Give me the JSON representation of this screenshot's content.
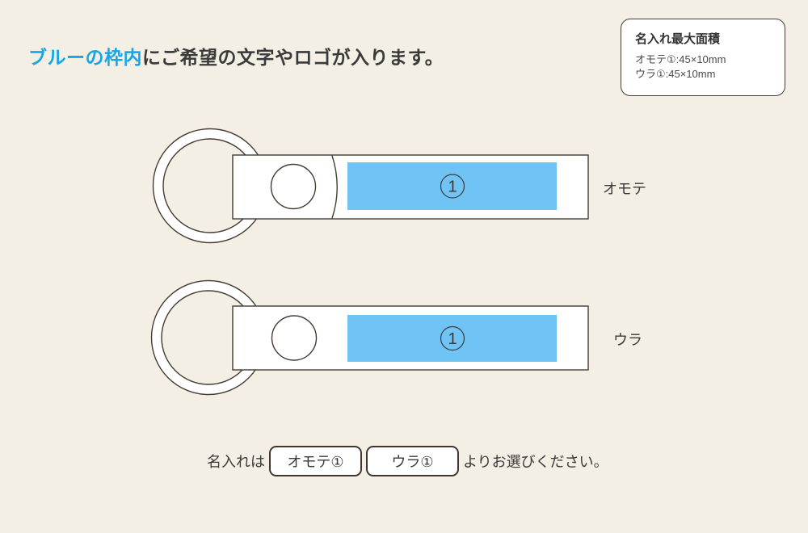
{
  "page": {
    "background": "#f3efe4",
    "imprint_blue": "#6fc4f5",
    "headline_blue": "#14a6e6",
    "line_color": "#453c34"
  },
  "headline": {
    "highlight": "ブルーの枠内",
    "rest": "にご希望の文字やロゴが入ります。"
  },
  "info_box": {
    "title": "名入れ最大面積",
    "line_front": "オモテ①:45×10mm",
    "line_back": "ウラ①:45×10mm"
  },
  "diagrams": {
    "front": {
      "label": "オモテ",
      "area_number": "1"
    },
    "back": {
      "label": "ウラ",
      "area_number": "1"
    }
  },
  "footer": {
    "prefix": "名入れは",
    "option_front": "オモテ①",
    "option_back": "ウラ①",
    "suffix": "よりお選びください。"
  }
}
